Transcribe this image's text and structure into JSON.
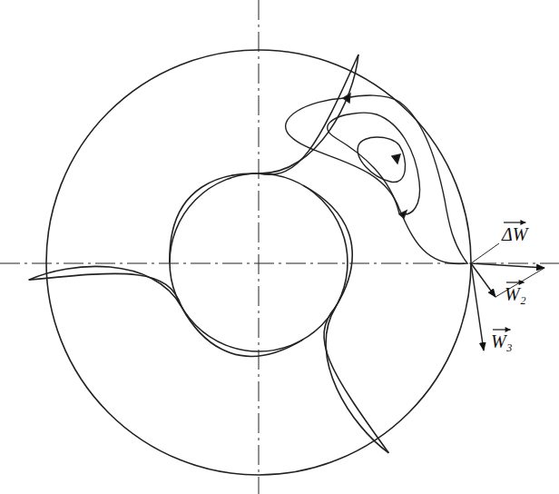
{
  "diagram": {
    "labels": [
      "ΔW",
      "W₂",
      "W₃"
    ]
  }
}
